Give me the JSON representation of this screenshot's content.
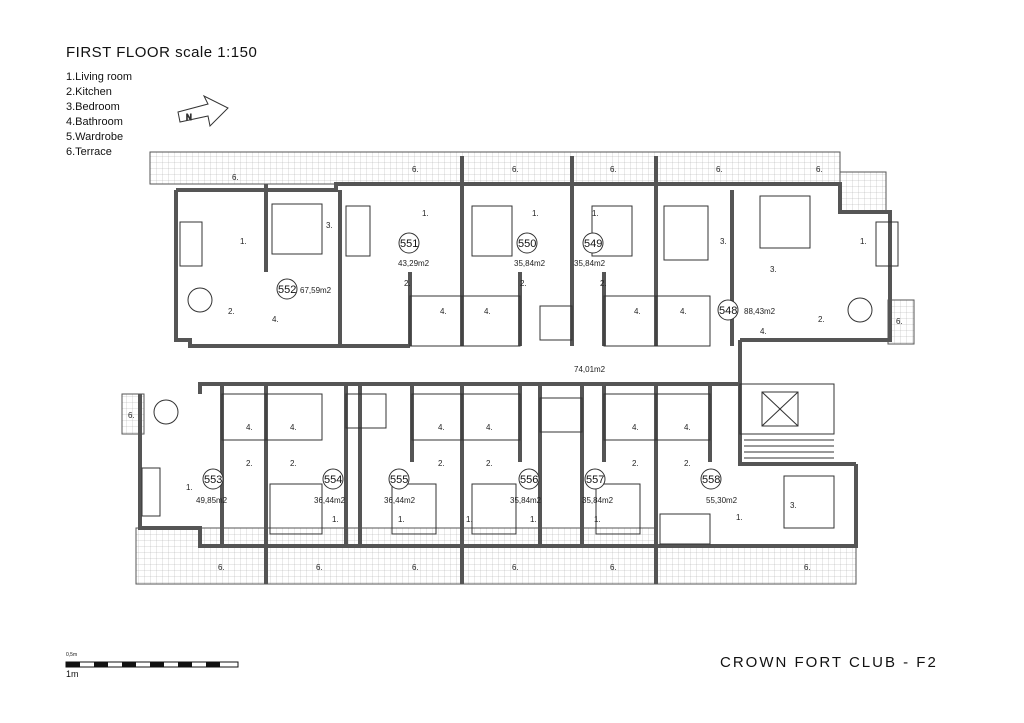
{
  "title": "FIRST FLOOR scale 1:150",
  "legend": [
    "1.Living room",
    "2.Kitchen",
    "3.Bedroom",
    "4.Bathroom",
    "5.Wardrobe",
    "6.Terrace"
  ],
  "footer": "CROWN FORT CLUB - F2",
  "scale_bar": {
    "small_label": "0,5m",
    "label": "1m"
  },
  "corridor_area": "74,01m2",
  "units": [
    {
      "number": "552",
      "area": "67,59m2"
    },
    {
      "number": "551",
      "area": "43,29m2"
    },
    {
      "number": "550",
      "area": "35,84m2"
    },
    {
      "number": "549",
      "area": "35,84m2"
    },
    {
      "number": "548",
      "area": "88,43m2"
    },
    {
      "number": "553",
      "area": "49,85m2"
    },
    {
      "number": "554",
      "area": "36,44m2"
    },
    {
      "number": "555",
      "area": "36,44m2"
    },
    {
      "number": "556",
      "area": "35,84m2"
    },
    {
      "number": "557",
      "area": "35,84m2"
    },
    {
      "number": "558",
      "area": "55,30m2"
    }
  ],
  "room_labels": {
    "terrace": "6.",
    "living": "1.",
    "kitchen": "2.",
    "bedroom": "3.",
    "bathroom": "4."
  },
  "colors": {
    "wall": "#555555",
    "line": "#333333",
    "paper": "#ffffff"
  }
}
